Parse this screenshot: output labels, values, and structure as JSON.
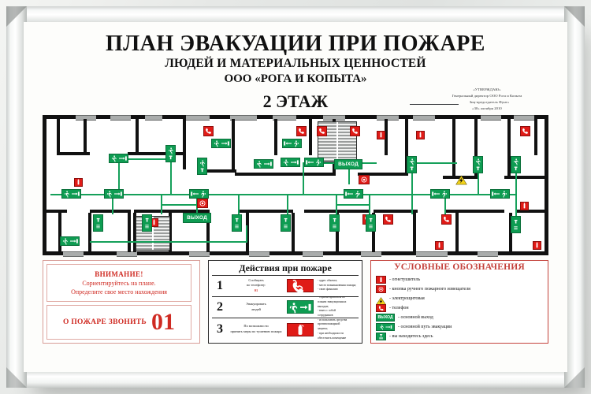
{
  "header": {
    "title": "ПЛАН ЭВАКУАЦИИ ПРИ ПОЖАРЕ",
    "subtitle": "ЛЮДЕЙ И МАТЕРИАЛЬНЫХ ЦЕННОСТЕЙ",
    "organization": "ООО «РОГА И КОПЫТА»",
    "floor": "2 ЭТАЖ",
    "approval": {
      "line1": "«УТВЕРЖДАЮ»",
      "line2": "Генеральный директор ООО Рога и Копыта",
      "line3": "Зиц-председатель Фунт»",
      "line4": "«30» октября 2010"
    }
  },
  "plan": {
    "exit_label_left": "ВЫХОД",
    "exit_label_right": "ВЫХОД"
  },
  "attention": {
    "title": "ВНИМАНИЕ!",
    "line1": "Сориентируйтесь на плане.",
    "line2": "Определите свое место нахождения",
    "call_label": "О ПОЖАРЕ ЗВОНИТЬ",
    "call_number": "01"
  },
  "actions": {
    "title": "Действия при пожаре",
    "steps": [
      {
        "number": "1",
        "text": "Сообщить",
        "text2": "по телефону:",
        "phone": "01",
        "icon": "phone-icon",
        "details": "- адрес объекта;\n- место возникновения пожара;\n- свою фамилию"
      },
      {
        "number": "2",
        "text": "Эвакуировать",
        "text2": "людей",
        "phone": "",
        "icon": "running-man-exit-icon",
        "details": "- сориентироваться по\nпланам эвакуационных\nвыходов;\n- взять с собой\nсотрудников"
      },
      {
        "number": "3",
        "text": "По возможности",
        "text2": "принять меры по тушению пожара",
        "phone": "",
        "icon": "extinguisher-icon",
        "details": "- использовать средства\nпротивопожарной\nзащиты;\n- при необходимости\nобесточить помещение"
      }
    ]
  },
  "legend": {
    "title": "УСЛОВНЫЕ ОБОЗНАЧЕНИЯ",
    "items": [
      {
        "icon": "extinguisher-icon",
        "label": "- огнетушитель"
      },
      {
        "icon": "manual-call-point-icon",
        "label": "- кнопка ручного пожарного извещателя"
      },
      {
        "icon": "electrical-panel-icon",
        "label": "- электрощитовая"
      },
      {
        "icon": "phone-icon",
        "label": "- телефон"
      },
      {
        "icon": "exit-sign-icon",
        "label": "- основной выход"
      },
      {
        "icon": "evacuation-route-icon",
        "label": "- основной путь эвакуации"
      },
      {
        "icon": "you-are-here-icon",
        "label": "- вы находитесь здесь"
      }
    ]
  },
  "colors": {
    "fire_red": "#e01b17",
    "safety_green": "#0e9c52",
    "warning_yellow": "#f3d21a",
    "wall_black": "#111111",
    "accent_red_text": "#cf2a22"
  }
}
